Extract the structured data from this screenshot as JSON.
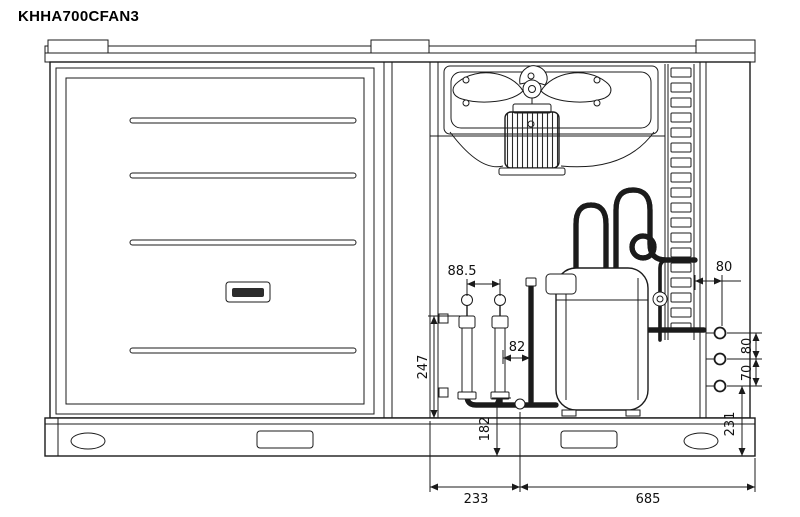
{
  "title": "KHHA700CFAN3",
  "dimensions": {
    "valve_spacing": "88.5",
    "port_horizontal_offset": "80",
    "valve_height": "247",
    "pipe_offset": "82",
    "pipe_height": "182",
    "base_width_left": "233",
    "base_width_right": "685",
    "port_height_from_base": "231",
    "port_gap_upper": "80",
    "port_gap_lower": "70"
  }
}
